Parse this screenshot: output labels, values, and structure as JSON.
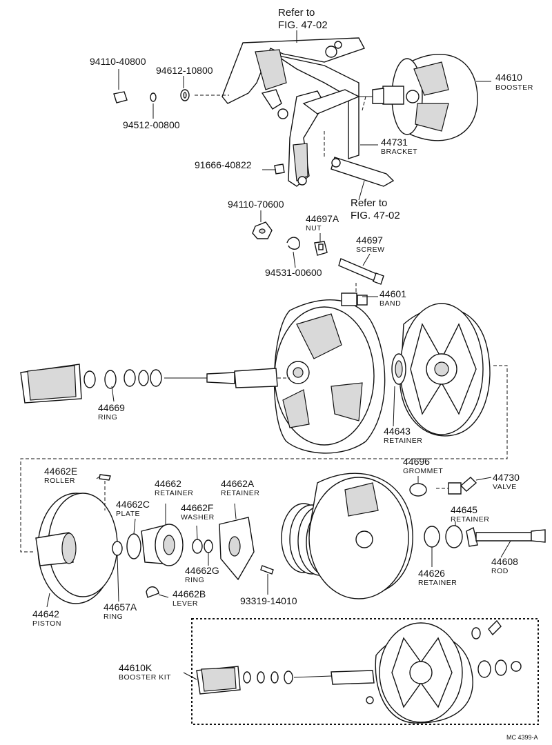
{
  "diagram": {
    "refs": [
      {
        "id": "ref-top",
        "line1": "Refer to",
        "line2": "FIG. 47-02"
      },
      {
        "id": "ref-mid",
        "line1": "Refer to",
        "line2": "FIG. 47-02"
      }
    ],
    "parts": [
      {
        "id": "p94110-40800",
        "number": "94110-40800",
        "name": ""
      },
      {
        "id": "p94612-10800",
        "number": "94612-10800",
        "name": ""
      },
      {
        "id": "p94512-00800",
        "number": "94512-00800",
        "name": ""
      },
      {
        "id": "p44610",
        "number": "44610",
        "name": "BOOSTER"
      },
      {
        "id": "p44731",
        "number": "44731",
        "name": "BRACKET"
      },
      {
        "id": "p91666-40822",
        "number": "91666-40822",
        "name": ""
      },
      {
        "id": "p94110-70600",
        "number": "94110-70600",
        "name": ""
      },
      {
        "id": "p44697A",
        "number": "44697A",
        "name": "NUT"
      },
      {
        "id": "p44697",
        "number": "44697",
        "name": "SCREW"
      },
      {
        "id": "p94531-00600",
        "number": "94531-00600",
        "name": ""
      },
      {
        "id": "p44601",
        "number": "44601",
        "name": "BAND"
      },
      {
        "id": "p44669",
        "number": "44669",
        "name": "RING"
      },
      {
        "id": "p44643",
        "number": "44643",
        "name": "RETAINER"
      },
      {
        "id": "p44662E",
        "number": "44662E",
        "name": "ROLLER"
      },
      {
        "id": "p44662",
        "number": "44662",
        "name": "RETAINER"
      },
      {
        "id": "p44662A",
        "number": "44662A",
        "name": "RETAINER"
      },
      {
        "id": "p44662C",
        "number": "44662C",
        "name": "PLATE"
      },
      {
        "id": "p44662F",
        "number": "44662F",
        "name": "WASHER"
      },
      {
        "id": "p44662G",
        "number": "44662G",
        "name": "RING"
      },
      {
        "id": "p44662B",
        "number": "44662B",
        "name": "LEVER"
      },
      {
        "id": "p44657A",
        "number": "44657A",
        "name": "RING"
      },
      {
        "id": "p44642",
        "number": "44642",
        "name": "PISTON"
      },
      {
        "id": "p44696",
        "number": "44696",
        "name": "GROMMET"
      },
      {
        "id": "p44730",
        "number": "44730",
        "name": "VALVE"
      },
      {
        "id": "p44645",
        "number": "44645",
        "name": "RETAINER"
      },
      {
        "id": "p44608",
        "number": "44608",
        "name": "ROD"
      },
      {
        "id": "p44626",
        "number": "44626",
        "name": "RETAINER"
      },
      {
        "id": "p93319-14010",
        "number": "93319-14010",
        "name": ""
      },
      {
        "id": "p44610K",
        "number": "44610K",
        "name": "BOOSTER KIT"
      }
    ],
    "figure_code": "MC 4399-A"
  }
}
